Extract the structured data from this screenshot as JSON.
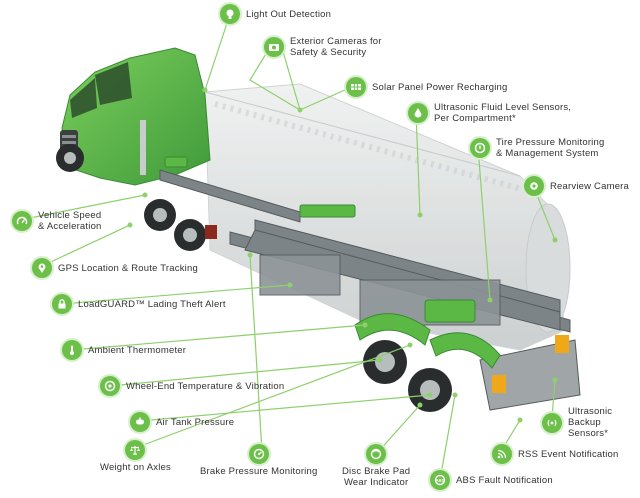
{
  "colors": {
    "accent": "#6cc04a",
    "cab_green": "#4fae45",
    "tank_gray": "#d9dcdc",
    "chassis_gray": "#7d8487",
    "label_text": "#333333"
  },
  "features": {
    "light_out": {
      "label": "Light Out Detection",
      "icon": "light-bulb-icon"
    },
    "ext_cameras": {
      "line1": "Exterior Cameras for",
      "line2": "Safety & Security",
      "icon": "camera-icon"
    },
    "solar": {
      "label": "Solar Panel Power Recharging",
      "icon": "solar-panel-icon"
    },
    "fluid_level": {
      "line1": "Ultrasonic Fluid Level Sensors,",
      "line2": "Per Compartment*",
      "icon": "fluid-drop-icon"
    },
    "tire_pressure": {
      "line1": "Tire Pressure Monitoring",
      "line2": "& Management System",
      "icon": "tire-pressure-icon"
    },
    "rearview": {
      "label": "Rearview Camera",
      "icon": "rear-camera-icon"
    },
    "vehicle_speed": {
      "line1": "Vehicle Speed",
      "line2": "& Acceleration",
      "icon": "speedometer-icon"
    },
    "gps": {
      "label": "GPS Location & Route Tracking",
      "icon": "map-pin-icon"
    },
    "loadguard": {
      "label": "LoadGUARD™ Lading Theft Alert",
      "icon": "lock-icon"
    },
    "ambient": {
      "label": "Ambient Thermometer",
      "icon": "thermometer-icon"
    },
    "wheel_end": {
      "label": "Wheel-End Temperature & Vibration",
      "icon": "wheel-end-icon"
    },
    "air_tank": {
      "label": "Air Tank Pressure",
      "icon": "air-tank-icon"
    },
    "weight": {
      "label": "Weight on Axles",
      "icon": "scale-icon"
    },
    "brake_pressure": {
      "label": "Brake Pressure Monitoring",
      "icon": "brake-gauge-icon"
    },
    "brake_pad": {
      "line1": "Disc Brake Pad",
      "line2": "Wear Indicator",
      "icon": "brake-pad-icon"
    },
    "abs": {
      "label": "ABS Fault Notification",
      "icon": "abs-icon"
    },
    "rss": {
      "label": "RSS Event Notification",
      "icon": "rss-icon"
    },
    "backup": {
      "line1": "Ultrasonic",
      "line2": "Backup",
      "line3": "Sensors*",
      "icon": "backup-sensor-icon"
    }
  }
}
